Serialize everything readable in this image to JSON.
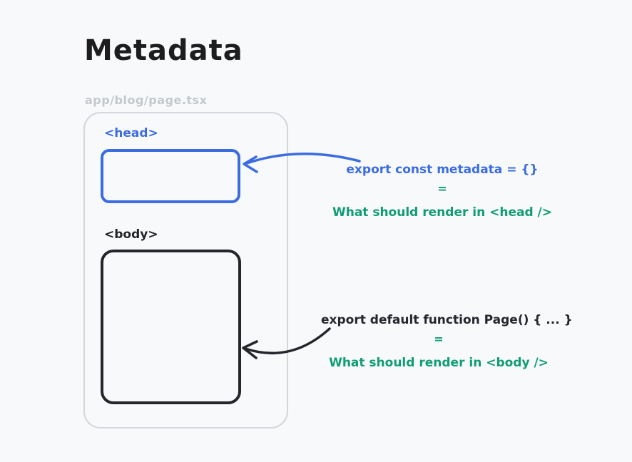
{
  "title": "Metadata",
  "filename": "app/blog/page.tsx",
  "diagram": {
    "head_label": "<head>",
    "body_label": "<body>",
    "head_annotation": {
      "code": "export const metadata = {}",
      "equals": "=",
      "meaning": "What should render in <head />"
    },
    "body_annotation": {
      "code": "export default function Page() { ... }",
      "equals": "=",
      "meaning": "What should render in <body />"
    }
  },
  "colors": {
    "background": "#f8f9fb",
    "blue": "#3b6ce0",
    "green": "#0f9d73",
    "dark": "#24262b",
    "filename_gray": "#c4c8cd",
    "container_border": "#d3d6db"
  }
}
